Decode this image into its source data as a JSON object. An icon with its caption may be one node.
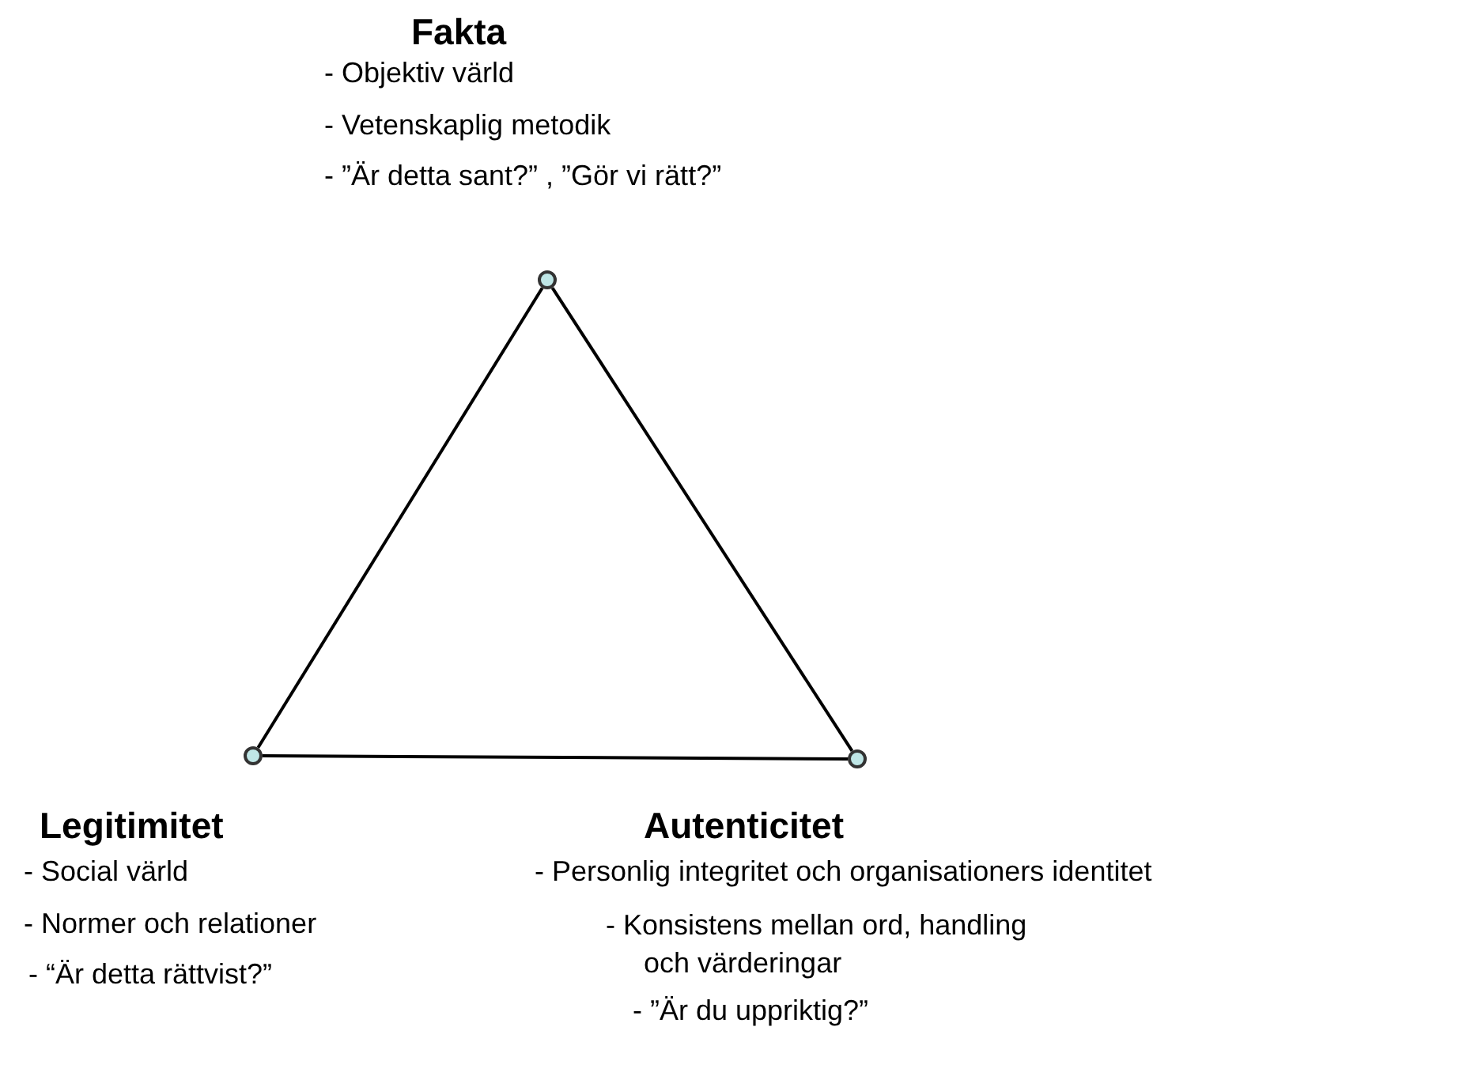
{
  "diagram": {
    "nodes": [
      {
        "text": [],
        "shape": "circle",
        "beside": [
          "Fakta",
          "- Objektiv värld",
          "- Vetenskaplig metodik",
          "- ”Är detta sant?” , ”Gör vi rätt?”"
        ]
      },
      {
        "text": [],
        "shape": "circle",
        "beside": [
          "Legitimitet",
          "- Social värld",
          "- Normer och relationer",
          "- “Är detta rättvist?”"
        ]
      },
      {
        "text": [],
        "shape": "circle",
        "beside": [
          "Autenticitet",
          "- Personlig integritet och organisationers identitet",
          "- Konsistens mellan ord, handling och värderingar",
          "- ”Är du uppriktig?”"
        ]
      }
    ],
    "edges": [
      {
        "from": 0,
        "to": 1,
        "arrow": "none"
      },
      {
        "from": 1,
        "to": 2,
        "arrow": "none"
      },
      {
        "from": 2,
        "to": 0,
        "arrow": "none"
      }
    ]
  }
}
